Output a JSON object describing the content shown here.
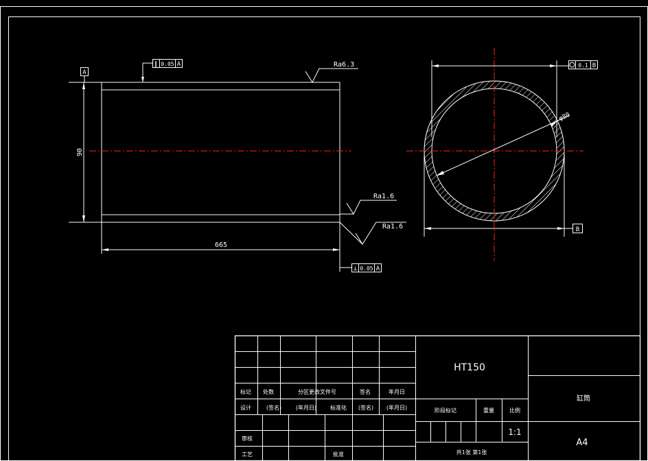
{
  "drawing": {
    "datum_a": "A",
    "datum_b": "B",
    "parallelism_tolerance": "0.05",
    "parallelism_datum": "A",
    "perpendicularity_tolerance": "0.05",
    "perpendicularity_datum": "A",
    "circularity_tolerance": "0.1",
    "circularity_datum": "B",
    "roughness_top": "Ra6.3",
    "roughness_right_1": "Ra1.6",
    "roughness_right_2": "Ra1.6",
    "dim_height": "90",
    "dim_length": "665",
    "dim_diameter": "φ80"
  },
  "title_block": {
    "material": "HT150",
    "scale": "1:1",
    "sheet_size": "A4",
    "part_name": "缸筒",
    "sheet_info": "共1张 第1张",
    "rev_headers": [
      "标记",
      "处数",
      "分区",
      "更改文件号",
      "签名",
      "年月日"
    ],
    "design_row": [
      "设计",
      "(签名)",
      "(年月日)",
      "标准化",
      "(签名)",
      "(年月日)"
    ],
    "stage_label": "阶段标记",
    "weight_label": "重量",
    "scale_label": "比例",
    "review_label": "审核",
    "process_label": "工艺",
    "approve_label": "批准"
  },
  "colors": {
    "lines": "#ffffff",
    "centerline": "#ff2020",
    "background": "#000000"
  }
}
